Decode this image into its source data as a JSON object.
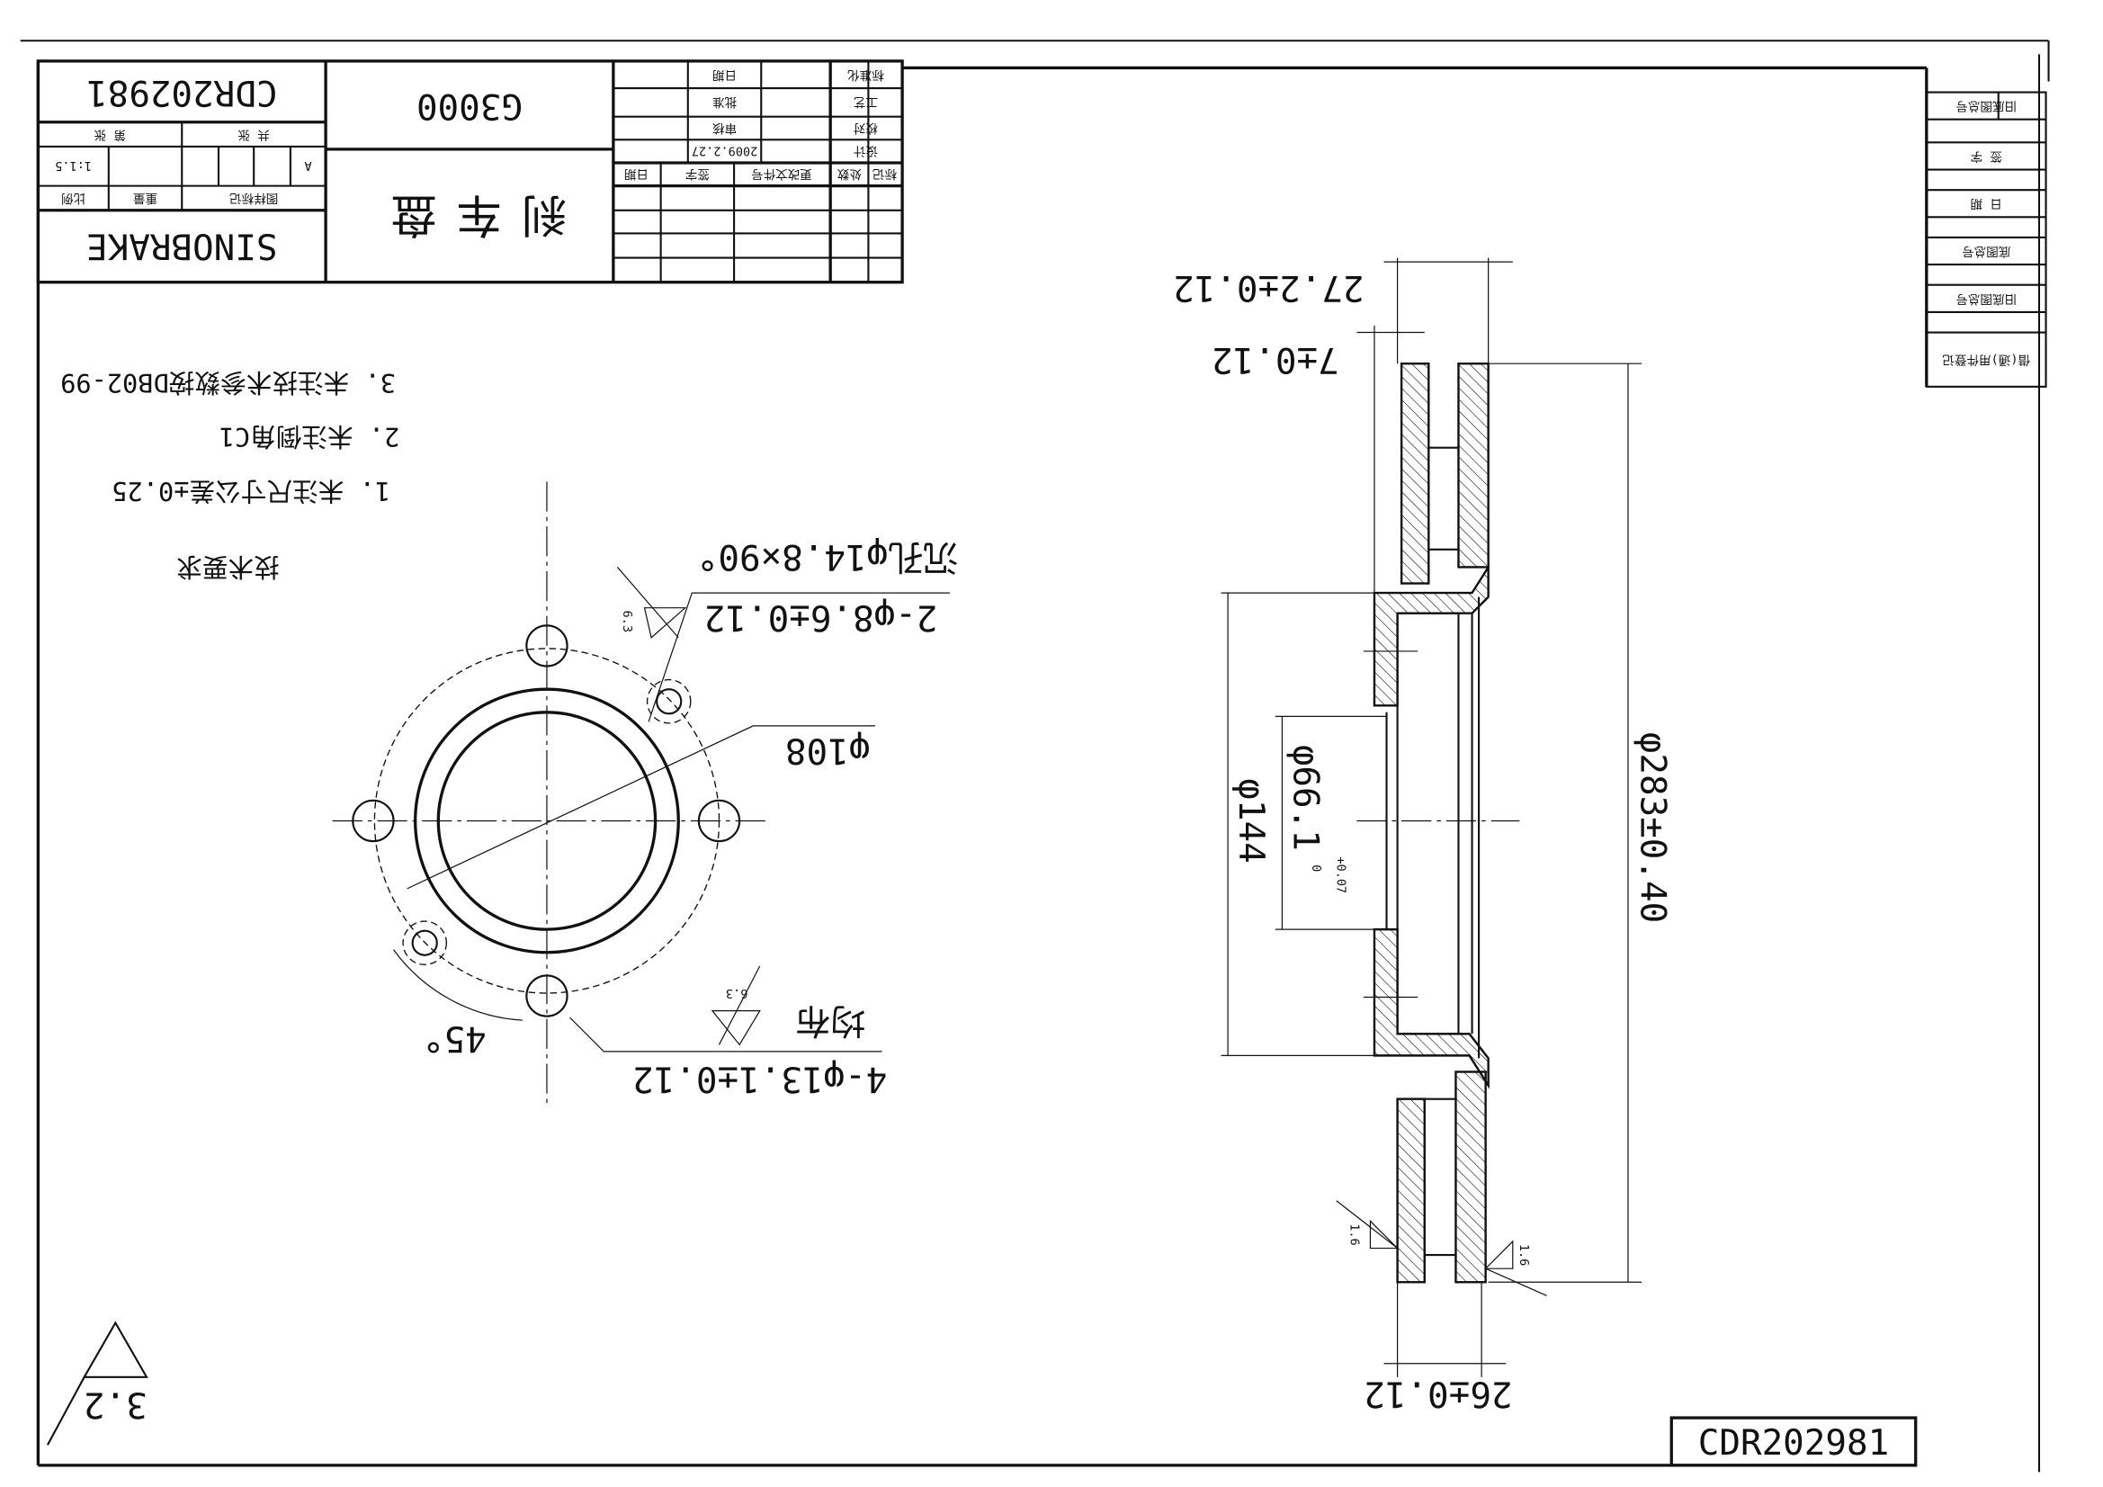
{
  "title_block": {
    "drawing_number": "CDR202981",
    "model": "G3000",
    "part_name": "刹车盘",
    "company": "SINOBRAKE",
    "sheet_label_total": "共 张",
    "sheet_label_current": "第 张",
    "mark_value": "A",
    "scale_value": "1:1.5",
    "label_mark": "图样标记",
    "label_weight": "重量",
    "label_scale": "比例",
    "revision_table": {
      "headers": [
        "标记",
        "处数",
        "更改文件号",
        "签字",
        "日期"
      ],
      "rows": [
        {
          "label": "设计",
          "date": "2009.2.27"
        },
        {
          "label": "校对",
          "date_label": "审核"
        },
        {
          "label": "工艺",
          "date_label": "批准"
        },
        {
          "label": "标准化",
          "date_label": "日期"
        }
      ]
    }
  },
  "side_table": [
    "旧底图总号",
    "签 字",
    "日 期",
    "底图总号",
    "旧底图总号",
    "借(通)用件登记"
  ],
  "notes": {
    "heading": "技术要求",
    "items": [
      "1. 未注尺寸公差±0.25",
      "2. 未注倒角C1",
      "3. 未注技术参数按DB02-99"
    ]
  },
  "front_view": {
    "countersink": "沉孔φ14.8×90°",
    "small_holes": "2-φ8.6±0.12",
    "pcd": "φ108",
    "angle": "45°",
    "bolt_holes": "4-φ13.1±0.12",
    "evenly": "均布",
    "roughness_1": "6.3",
    "roughness_2": "6.3"
  },
  "section_view": {
    "total_thickness": "27.2±0.12",
    "hub_offset": "7±0.12",
    "outer_diameter": "φ283±0.40",
    "hub_diameter": "φ144",
    "bore_diameter": "φ66.1",
    "bore_tol_upper": "+0.07",
    "bore_tol_lower": "0",
    "disc_thickness": "26±0.12",
    "roughness_left": "1.6",
    "roughness_right": "1.6"
  },
  "general_roughness": "3.2",
  "corner_number": "CDR202981"
}
